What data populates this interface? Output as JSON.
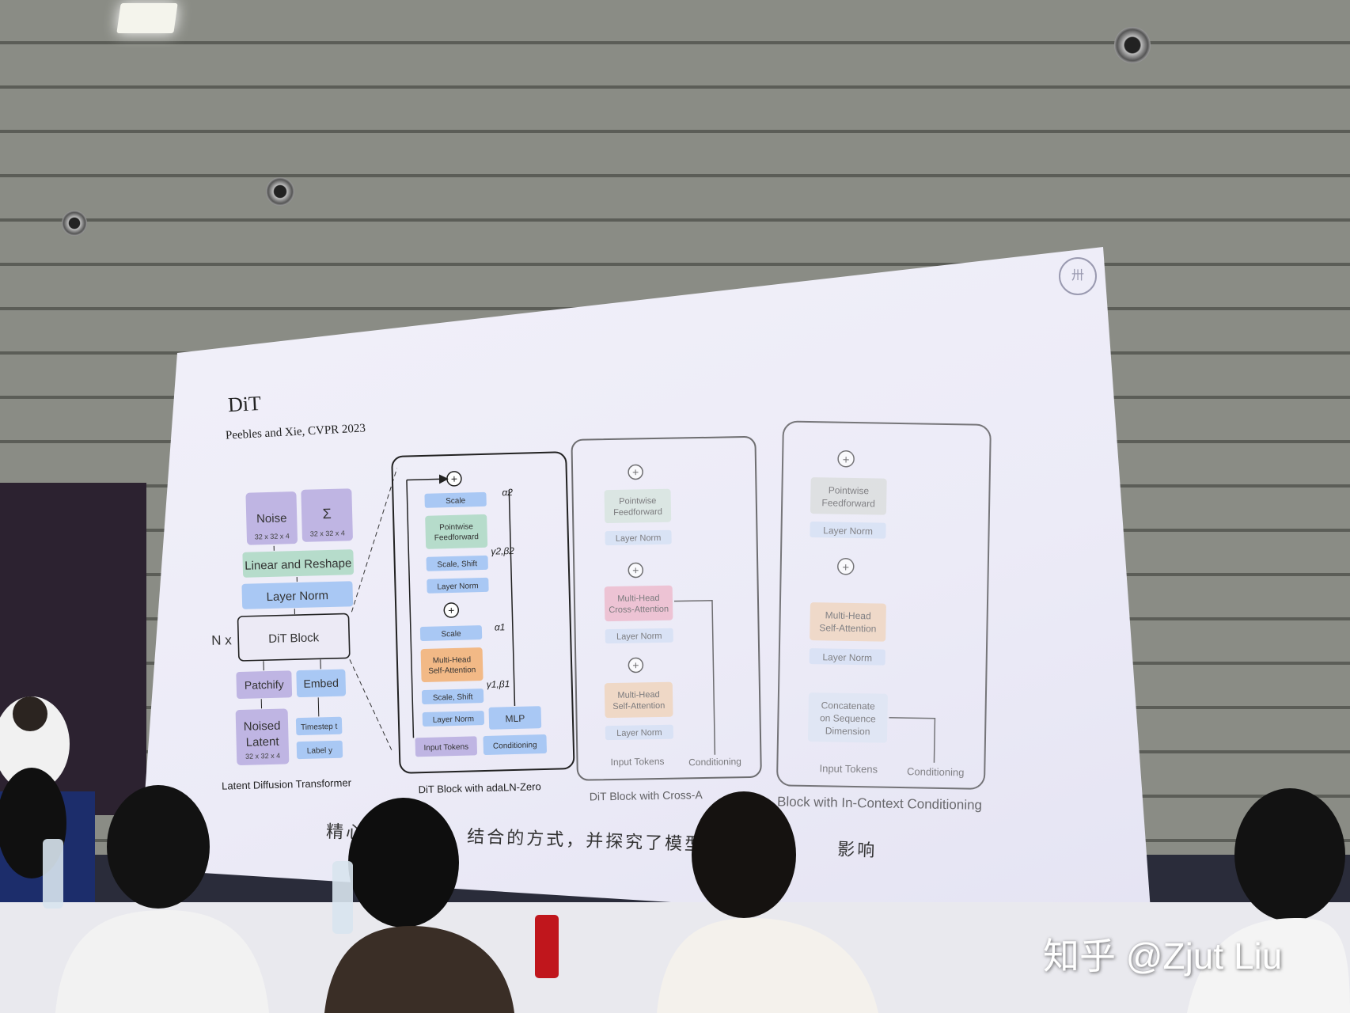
{
  "slide": {
    "title": "DiT",
    "citation": "Peebles and Xie, CVPR 2023",
    "subtitle_visible_parts": [
      "精心",
      "结合的方式，并探究了模型大小",
      "影响"
    ]
  },
  "diagram_left": {
    "noise": "Noise",
    "noise_dim": "32 x 32 x 4",
    "sigma": "Σ",
    "sigma_dim": "32 x 32 x 4",
    "linear_reshape": "Linear and Reshape",
    "layer_norm": "Layer Norm",
    "n_x": "N x",
    "dit_block": "DiT Block",
    "patchify": "Patchify",
    "embed": "Embed",
    "noised_latent_1": "Noised",
    "noised_latent_2": "Latent",
    "noised_dim": "32 x 32 x 4",
    "timestep": "Timestep t",
    "label": "Label y",
    "caption": "Latent Diffusion Transformer"
  },
  "diagram_adaln": {
    "scale_top": "Scale",
    "alpha2": "α2",
    "pointwise_1": "Pointwise",
    "pointwise_2": "Feedforward",
    "scale_shift_top": "Scale, Shift",
    "gamma2_beta2": "γ2,β2",
    "layer_norm_top": "Layer Norm",
    "scale_mid": "Scale",
    "alpha1": "α1",
    "mhsa_1": "Multi-Head",
    "mhsa_2": "Self-Attention",
    "scale_shift_bottom": "Scale, Shift",
    "gamma1_beta1": "γ1,β1",
    "layer_norm_bottom": "Layer Norm",
    "mlp": "MLP",
    "input_tokens": "Input Tokens",
    "conditioning": "Conditioning",
    "caption": "DiT Block with adaLN-Zero"
  },
  "diagram_cross": {
    "pointwise_1": "Pointwise",
    "pointwise_2": "Feedforward",
    "layer_norm_top": "Layer Norm",
    "mhca_1": "Multi-Head",
    "mhca_2": "Cross-Attention",
    "layer_norm_mid": "Layer Norm",
    "mhsa_1": "Multi-Head",
    "mhsa_2": "Self-Attention",
    "layer_norm_bottom": "Layer Norm",
    "input_tokens": "Input Tokens",
    "conditioning": "Conditioning",
    "caption": "DiT Block with Cross-A"
  },
  "diagram_incontext": {
    "pointwise_1": "Pointwise",
    "pointwise_2": "Feedforward",
    "layer_norm_top": "Layer Norm",
    "mhsa_1": "Multi-Head",
    "mhsa_2": "Self-Attention",
    "layer_norm_bottom": "Layer Norm",
    "concat_1": "Concatenate",
    "concat_2": "on Sequence",
    "concat_3": "Dimension",
    "input_tokens": "Input Tokens",
    "conditioning": "Conditioning",
    "caption": "Block with In-Context Conditioning"
  },
  "watermark": "知乎 @Zjut Liu",
  "colors": {
    "blue_box": "#a9c8f4",
    "green_box": "#b6dccb",
    "orange_box": "#f2b986",
    "purple_box": "#bfb5e3",
    "pink_box": "#eeb6c9",
    "screen_bg": "#eeedf8"
  }
}
